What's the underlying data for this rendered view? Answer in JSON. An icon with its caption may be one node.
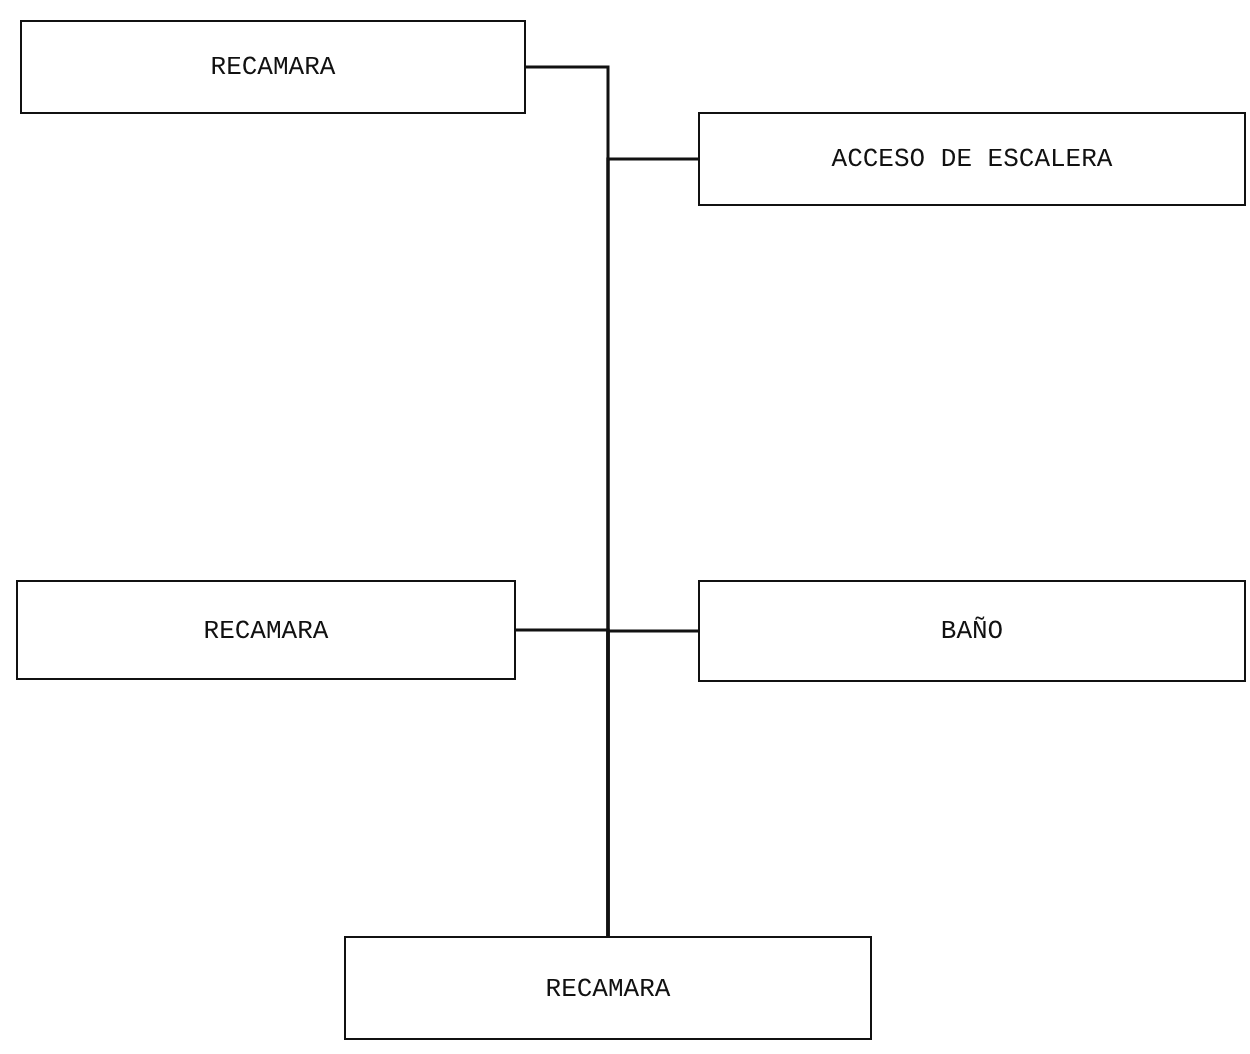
{
  "diagram": {
    "nodes": [
      {
        "text": [
          "RECAMARA"
        ]
      },
      {
        "text": [
          "ACCESO DE ESCALERA"
        ]
      },
      {
        "text": [
          "RECAMARA"
        ]
      },
      {
        "text": [
          "BAÑO"
        ]
      },
      {
        "text": [
          "RECAMARA"
        ]
      }
    ],
    "edges": [
      {
        "from": 0,
        "to": 4,
        "arrow": "none"
      },
      {
        "from": 1,
        "to": 4,
        "arrow": "none"
      },
      {
        "from": 2,
        "to": 4,
        "arrow": "none"
      },
      {
        "from": 3,
        "to": 4,
        "arrow": "none"
      }
    ]
  }
}
